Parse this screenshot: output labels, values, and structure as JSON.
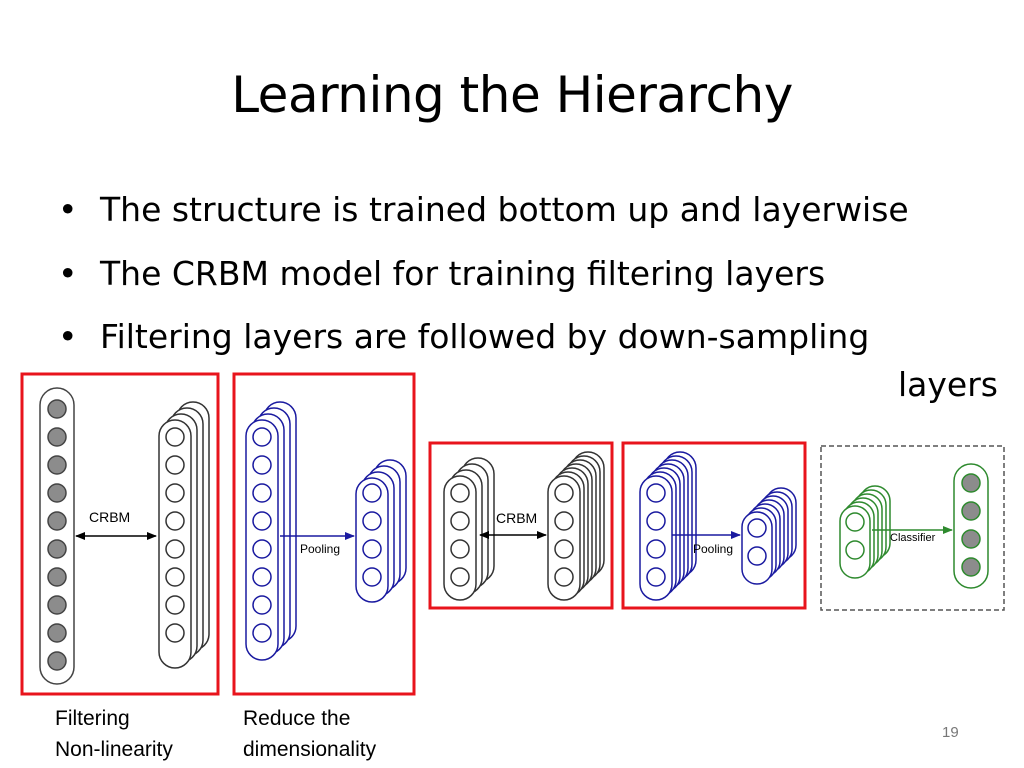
{
  "slide": {
    "title": "Learning the Hierarchy",
    "bullets": [
      "The structure is trained bottom up and layerwise",
      "The CRBM model for training filtering layers",
      "Filtering layers are followed by down-sampling"
    ],
    "bullet_wrap": "layers",
    "page_number": "19"
  },
  "diagram": {
    "labels": {
      "crbm_1": "CRBM",
      "pooling_1": "Pooling",
      "crbm_2": "CRBM",
      "pooling_2": "Pooling",
      "classifier": "Classifier"
    },
    "captions": {
      "filtering": [
        "Filtering",
        "Non-linearity"
      ],
      "reduce": [
        "Reduce the",
        "dimensionality"
      ]
    },
    "colors": {
      "highlight_box": "#e8141c",
      "dashed_box": "#555555",
      "unit_gray": "#8c8c8c",
      "pooling_blue": "#1a1aa0",
      "classifier_green": "#2e8a2e"
    }
  }
}
